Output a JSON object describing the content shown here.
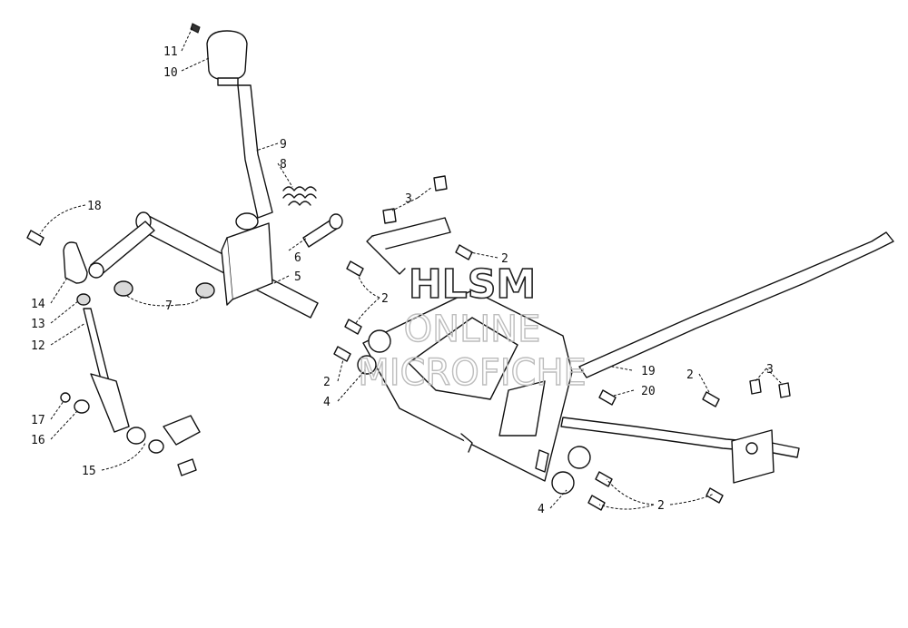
{
  "watermark": {
    "line1": "HLSM",
    "line2": "ONLINE",
    "line3": "MICROFICHE"
  },
  "callouts": {
    "c11": "11",
    "c10": "10",
    "c9": "9",
    "c8": "8",
    "c18": "18",
    "c6": "6",
    "c5": "5",
    "c7": "7",
    "c14": "14",
    "c13": "13",
    "c12": "12",
    "c17": "17",
    "c16": "16",
    "c15": "15",
    "c3a": "3",
    "c2a": "2",
    "c2b": "2",
    "c2c": "2",
    "c4a": "4",
    "c19": "19",
    "c20": "20",
    "c2d": "2",
    "c3b": "3",
    "c4b": "4",
    "c2e": "2"
  }
}
